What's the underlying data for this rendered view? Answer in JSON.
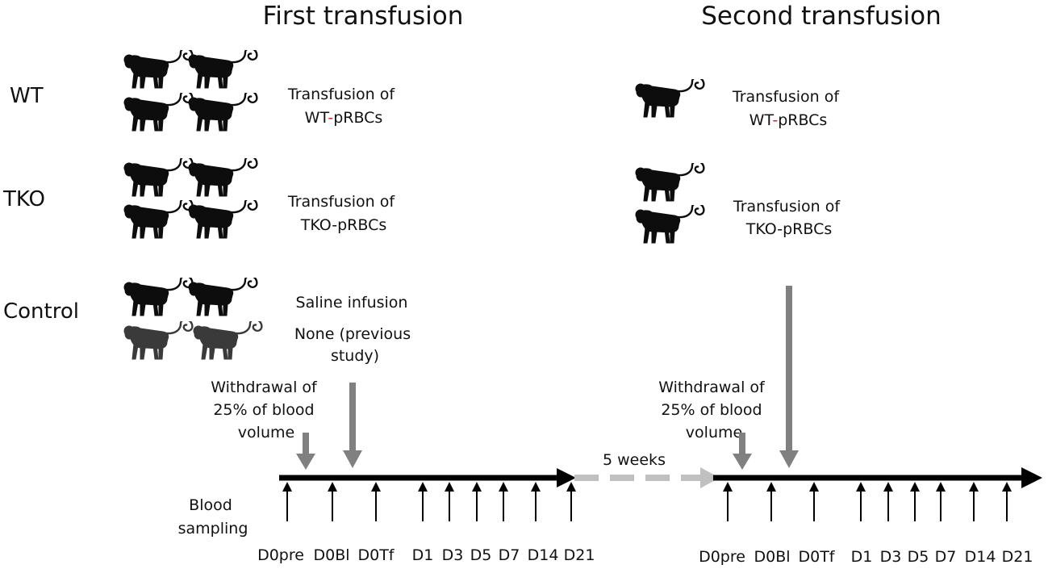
{
  "titles": {
    "first": "First transfusion",
    "second": "Second transfusion"
  },
  "groups": {
    "wt": "WT",
    "tko": "TKO",
    "control": "Control"
  },
  "first": {
    "wt_desc": [
      "Transfusion of",
      "WT-pRBCs"
    ],
    "tko_desc": [
      "Transfusion of",
      "TKO-pRBCs"
    ],
    "control_desc1": "Saline infusion",
    "control_desc2": [
      "None (previous",
      "study)"
    ],
    "withdrawal": [
      "Withdrawal of",
      "25% of blood",
      "volume"
    ],
    "blood_sampling": [
      "Blood",
      "sampling"
    ],
    "ticks": [
      "D0pre",
      "D0Bl",
      "D0Tf",
      "D1",
      "D3",
      "D5",
      "D7",
      "D14",
      "D21"
    ]
  },
  "gap": "5 weeks",
  "second": {
    "wt_desc": [
      "Transfusion of",
      "WT-pRBCs"
    ],
    "tko_desc": [
      "Transfusion of",
      "TKO-pRBCs"
    ],
    "withdrawal": [
      "Withdrawal of",
      "25% of blood",
      "volume"
    ],
    "ticks": [
      "D0pre",
      "D0Bl",
      "D0Tf",
      "D1",
      "D3",
      "D5",
      "D7",
      "D14",
      "D21"
    ]
  },
  "colors": {
    "timeline": "#000000",
    "gray_arrow": "#808080",
    "dashed": "#c0c0c0",
    "accent_hyphen": "#e0201a",
    "monkey_dark": "#0d0d0d",
    "monkey_gray": "#3a3a3a"
  },
  "icons": {
    "monkey": "monkey-icon"
  }
}
